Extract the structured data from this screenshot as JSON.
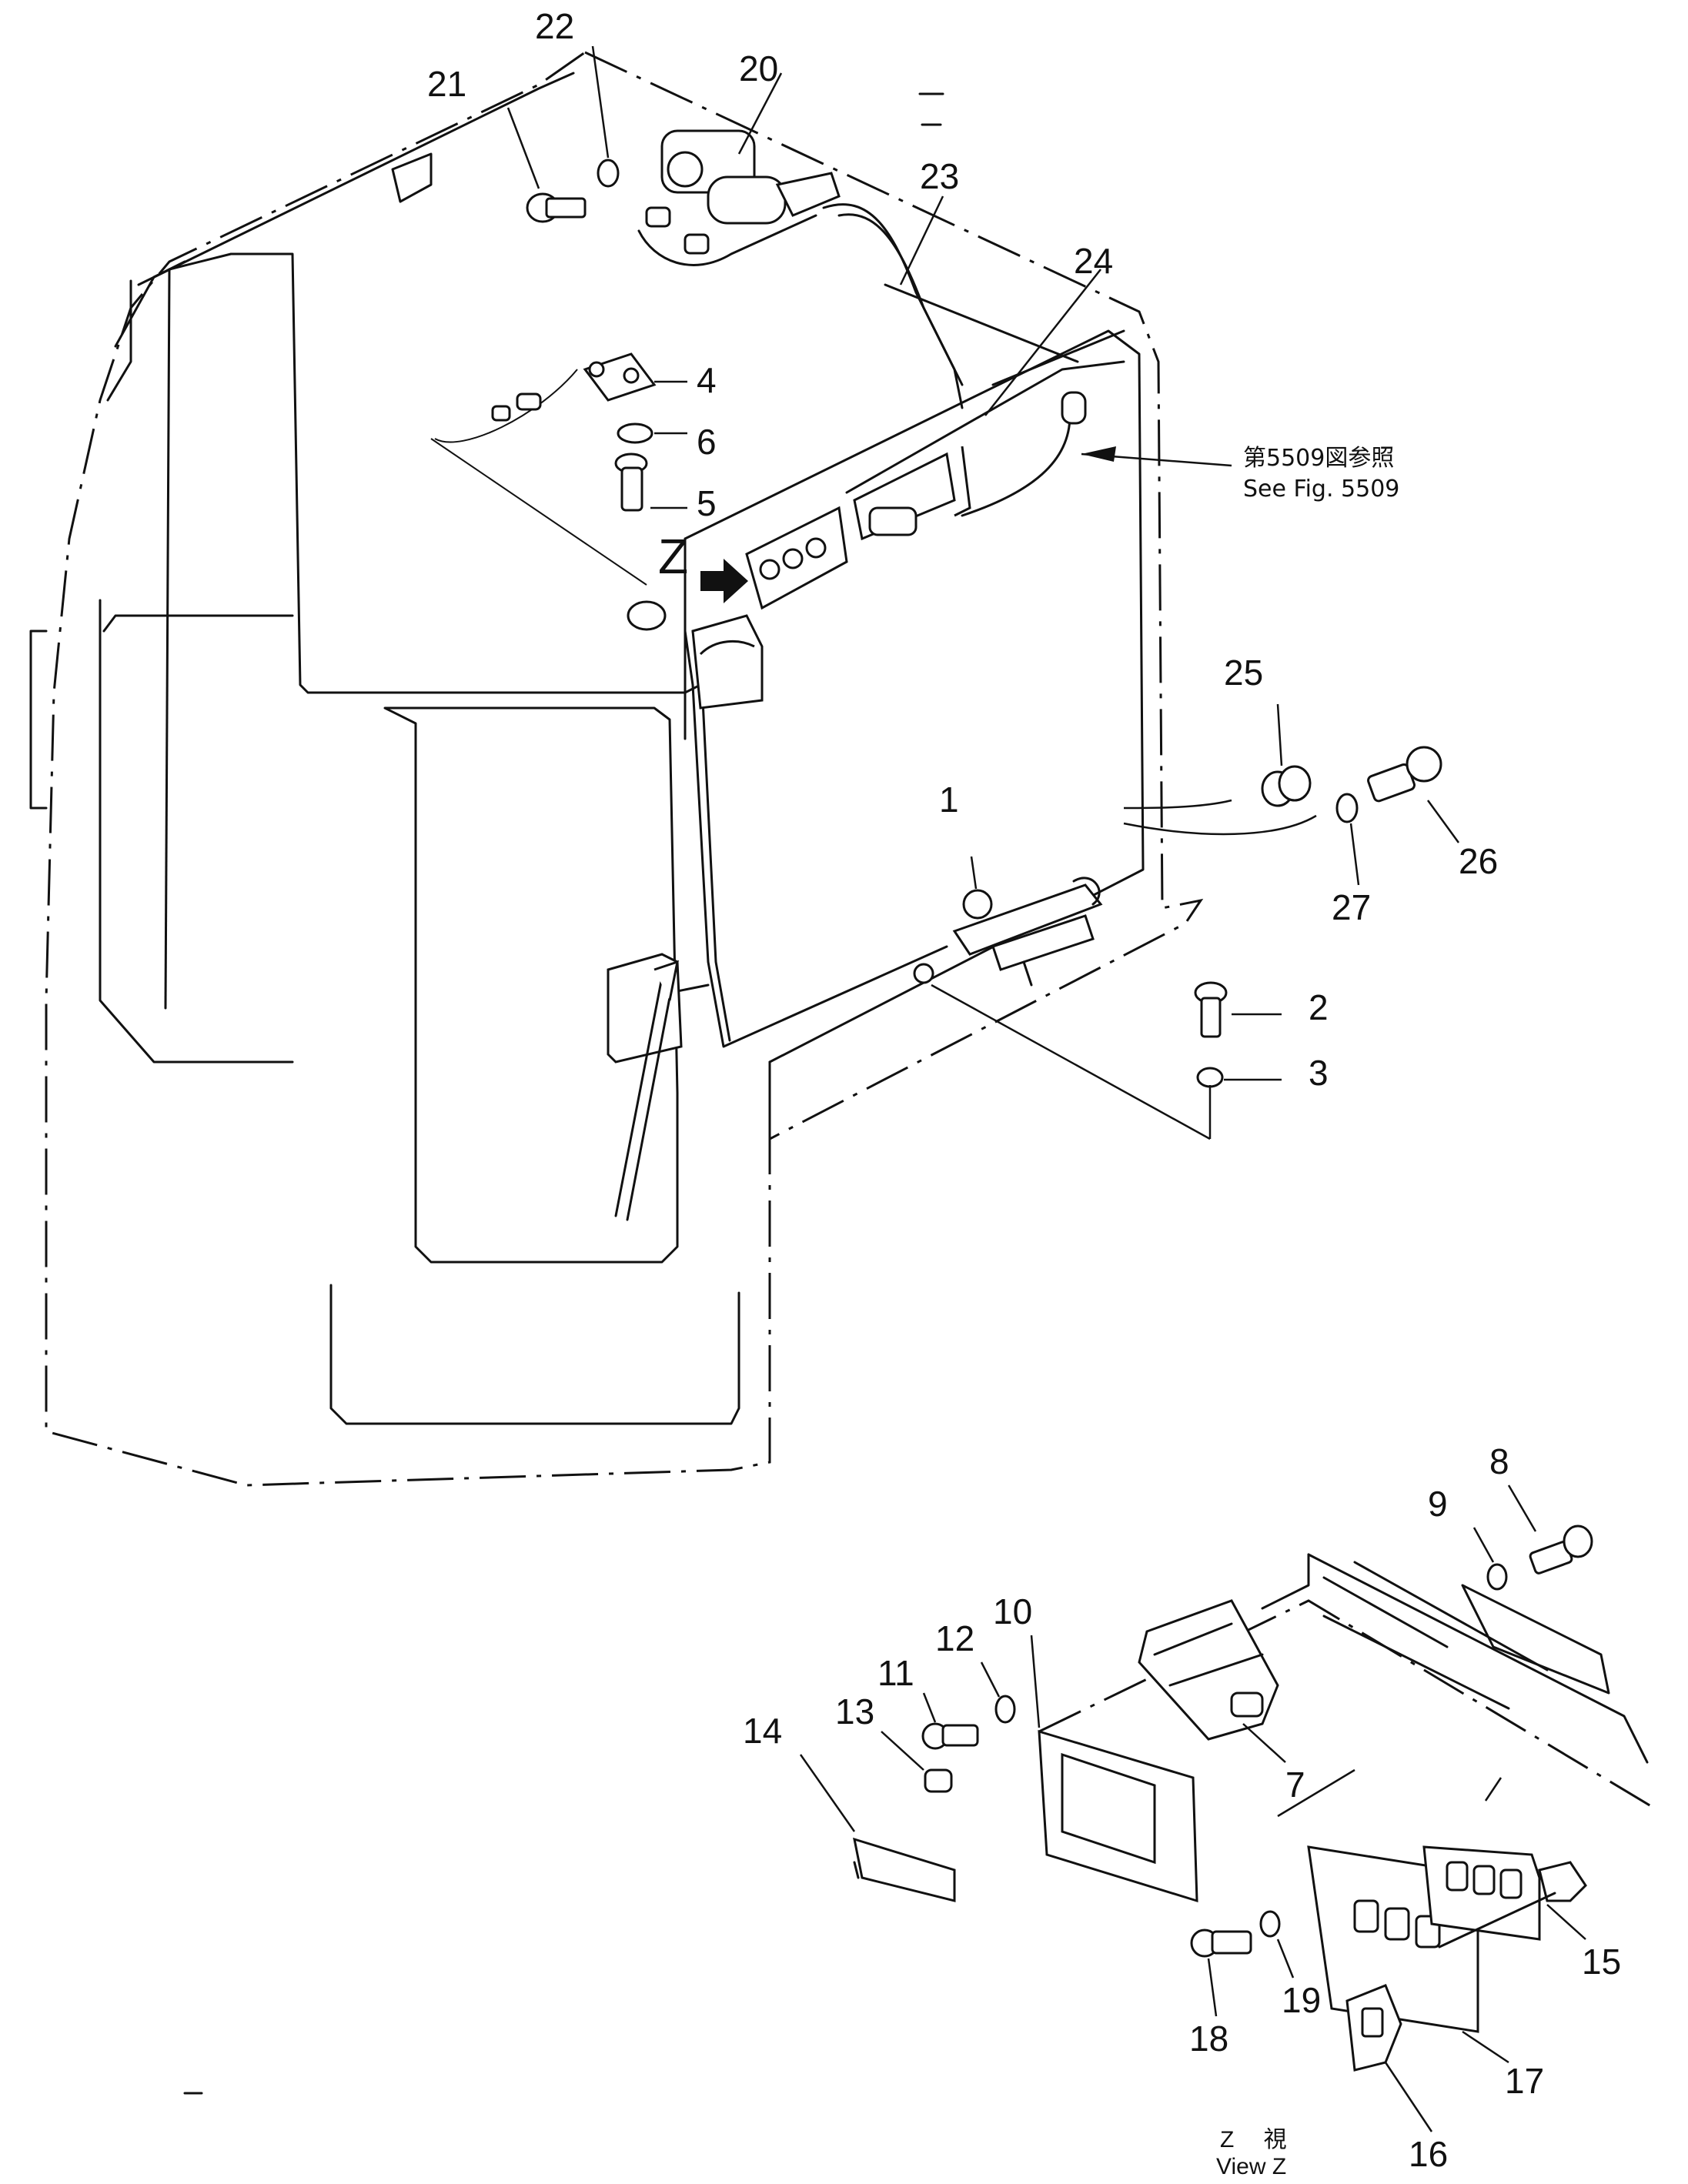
{
  "callouts": {
    "c1": "1",
    "c2": "2",
    "c3": "3",
    "c4": "4",
    "c5": "5",
    "c6": "6",
    "c7": "7",
    "c8": "8",
    "c9": "9",
    "c10": "10",
    "c11": "11",
    "c12": "12",
    "c13": "13",
    "c14": "14",
    "c15": "15",
    "c16": "16",
    "c17": "17",
    "c18": "18",
    "c19": "19",
    "c20": "20",
    "c21": "21",
    "c22": "22",
    "c23": "23",
    "c24": "24",
    "c25": "25",
    "c26": "26",
    "c27": "27"
  },
  "reference": {
    "line_jp": "第5509図参照",
    "line_en": "See  Fig.  5509"
  },
  "view_marker": "Z",
  "view_caption": {
    "line_jp": "Z　 視",
    "line_en": "View  Z"
  }
}
